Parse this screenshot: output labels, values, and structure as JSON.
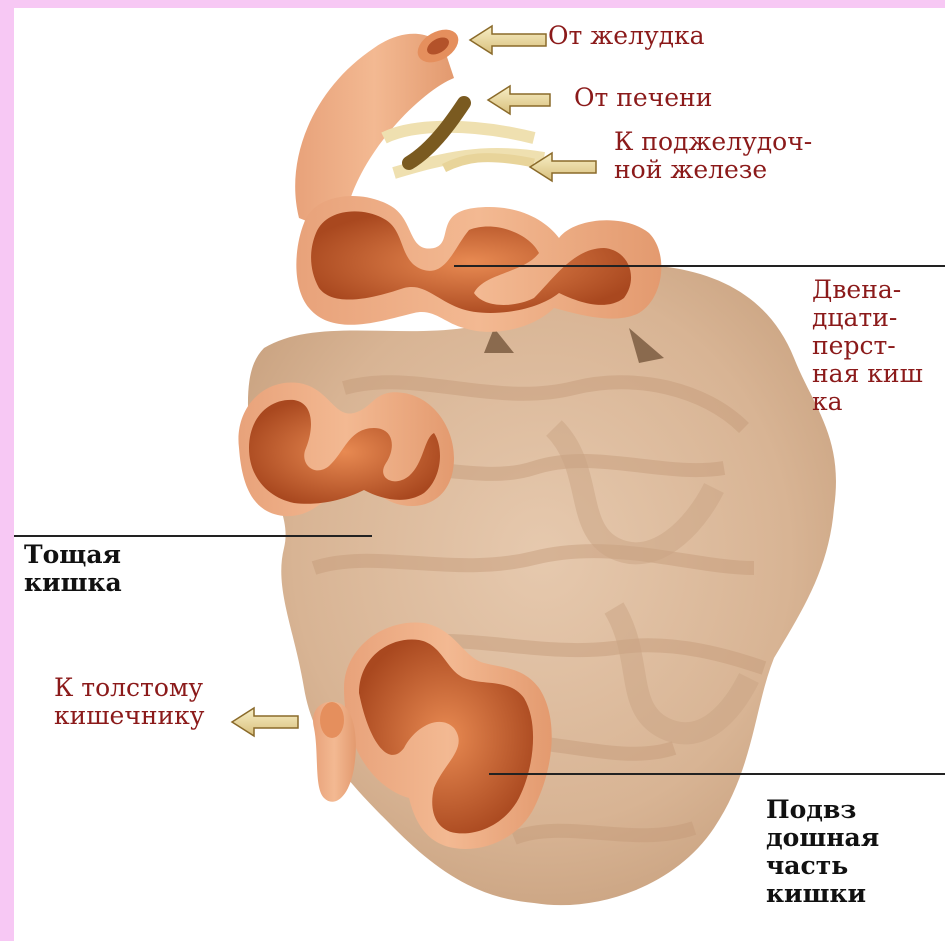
{
  "colors": {
    "background_border": "#f7c8f4",
    "label_red": "#8b1a1a",
    "label_black": "#111111",
    "intestine_tan": "#d9b596",
    "intestine_orange": "#e89563",
    "lumen_dark": "#b3522a",
    "arrow_fill": "#ecdca8"
  },
  "labels": {
    "from_stomach": "От желудка",
    "from_liver": "От печени",
    "to_pancreas": "К поджелудоч-\nной железе",
    "duodenum": "Двена-\nдцати-\nперст-\nная киш\nка",
    "jejunum": "Тощая\nкишка",
    "to_colon": "К толстому\nкишечнику",
    "ileum": "Подвз\nдошная\nчасть\nкишки"
  },
  "icons": [
    "arrow-left-icon"
  ]
}
